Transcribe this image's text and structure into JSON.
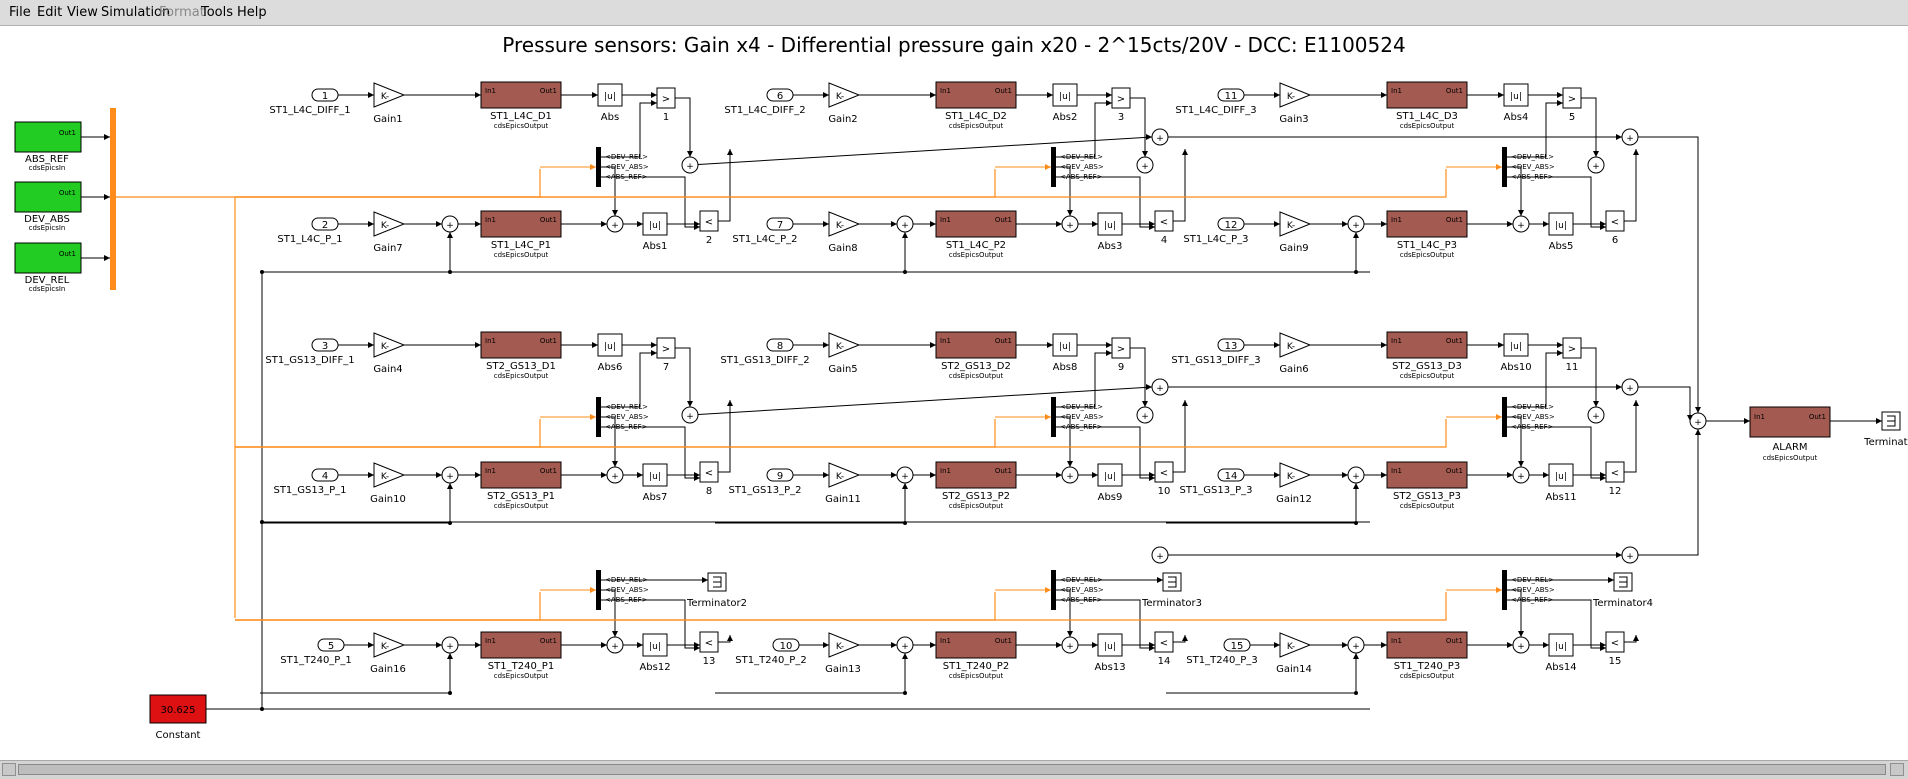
{
  "menu": {
    "items": [
      {
        "label": "File",
        "enabled": true
      },
      {
        "label": "Edit",
        "enabled": true
      },
      {
        "label": "View",
        "enabled": true
      },
      {
        "label": "Simulation",
        "enabled": true
      },
      {
        "label": "Format",
        "enabled": false
      },
      {
        "label": "Tools",
        "enabled": true
      },
      {
        "label": "Help",
        "enabled": true
      }
    ]
  },
  "diagram": {
    "title": "Pressure sensors:  Gain x4 - Differential pressure gain x20 - 2^15cts/20V - DCC: E1100524",
    "colors": {
      "epics_in": "#22cc22",
      "epics_out": "#a35a50",
      "bus": "#ff8c1a",
      "constant": "#dd1111",
      "wire": "#000000"
    },
    "inputs_epics": [
      {
        "name": "ABS_REF",
        "port": "Out1",
        "type": "cdsEpicsIn"
      },
      {
        "name": "DEV_ABS",
        "port": "Out1",
        "type": "cdsEpicsIn"
      },
      {
        "name": "DEV_REL",
        "port": "Out1",
        "type": "cdsEpicsIn"
      }
    ],
    "bus_signals": [
      "<DEV_REL>",
      "<DEV_ABS>",
      "<ABS_REF>"
    ],
    "constant": {
      "value": "30.625",
      "label": "Constant"
    },
    "gain_symbol": "K-",
    "abs_symbol": "|u|",
    "out_block": {
      "in_port": "In1",
      "out_port": "Out1",
      "type": "cdsEpicsOutput"
    },
    "alarm": {
      "name": "ALARM",
      "type": "cdsEpicsOutput",
      "in_port": "In1",
      "out_port": "Out1"
    },
    "terminator_label": "Terminator",
    "groups": [
      {
        "diff": {
          "port": "1",
          "name": "ST1_L4C_DIFF_1",
          "gain": "Gain1",
          "out": "ST1_L4C_D1",
          "abs": "Abs",
          "cmp": "1"
        },
        "pres": {
          "port": "2",
          "name": "ST1_L4C_P_1",
          "gain": "Gain7",
          "out": "ST1_L4C_P1",
          "abs": "Abs1",
          "cmp": "2"
        }
      },
      {
        "diff": {
          "port": "6",
          "name": "ST1_L4C_DIFF_2",
          "gain": "Gain2",
          "out": "ST1_L4C_D2",
          "abs": "Abs2",
          "cmp": "3"
        },
        "pres": {
          "port": "7",
          "name": "ST1_L4C_P_2",
          "gain": "Gain8",
          "out": "ST1_L4C_P2",
          "abs": "Abs3",
          "cmp": "4"
        }
      },
      {
        "diff": {
          "port": "11",
          "name": "ST1_L4C_DIFF_3",
          "gain": "Gain3",
          "out": "ST1_L4C_D3",
          "abs": "Abs4",
          "cmp": "5"
        },
        "pres": {
          "port": "12",
          "name": "ST1_L4C_P_3",
          "gain": "Gain9",
          "out": "ST1_L4C_P3",
          "abs": "Abs5",
          "cmp": "6"
        }
      },
      {
        "diff": {
          "port": "3",
          "name": "ST1_GS13_DIFF_1",
          "gain": "Gain4",
          "out": "ST2_GS13_D1",
          "abs": "Abs6",
          "cmp": "7"
        },
        "pres": {
          "port": "4",
          "name": "ST1_GS13_P_1",
          "gain": "Gain10",
          "out": "ST2_GS13_P1",
          "abs": "Abs7",
          "cmp": "8"
        }
      },
      {
        "diff": {
          "port": "8",
          "name": "ST1_GS13_DIFF_2",
          "gain": "Gain5",
          "out": "ST2_GS13_D2",
          "abs": "Abs8",
          "cmp": "9"
        },
        "pres": {
          "port": "9",
          "name": "ST1_GS13_P_2",
          "gain": "Gain11",
          "out": "ST2_GS13_P2",
          "abs": "Abs9",
          "cmp": "10"
        }
      },
      {
        "diff": {
          "port": "13",
          "name": "ST1_GS13_DIFF_3",
          "gain": "Gain6",
          "out": "ST2_GS13_D3",
          "abs": "Abs10",
          "cmp": "11"
        },
        "pres": {
          "port": "14",
          "name": "ST1_GS13_P_3",
          "gain": "Gain12",
          "out": "ST2_GS13_P3",
          "abs": "Abs11",
          "cmp": "12"
        }
      },
      {
        "pres": {
          "port": "5",
          "name": "ST1_T240_P_1",
          "gain": "Gain16",
          "out": "ST1_T240_P1",
          "abs": "Abs12",
          "cmp": "13"
        },
        "term": "Terminator2"
      },
      {
        "pres": {
          "port": "10",
          "name": "ST1_T240_P_2",
          "gain": "Gain13",
          "out": "ST1_T240_P2",
          "abs": "Abs13",
          "cmp": "14"
        },
        "term": "Terminator3"
      },
      {
        "pres": {
          "port": "15",
          "name": "ST1_T240_P_3",
          "gain": "Gain14",
          "out": "ST1_T240_P3",
          "abs": "Abs14",
          "cmp": "15"
        },
        "term": "Terminator4"
      }
    ]
  }
}
